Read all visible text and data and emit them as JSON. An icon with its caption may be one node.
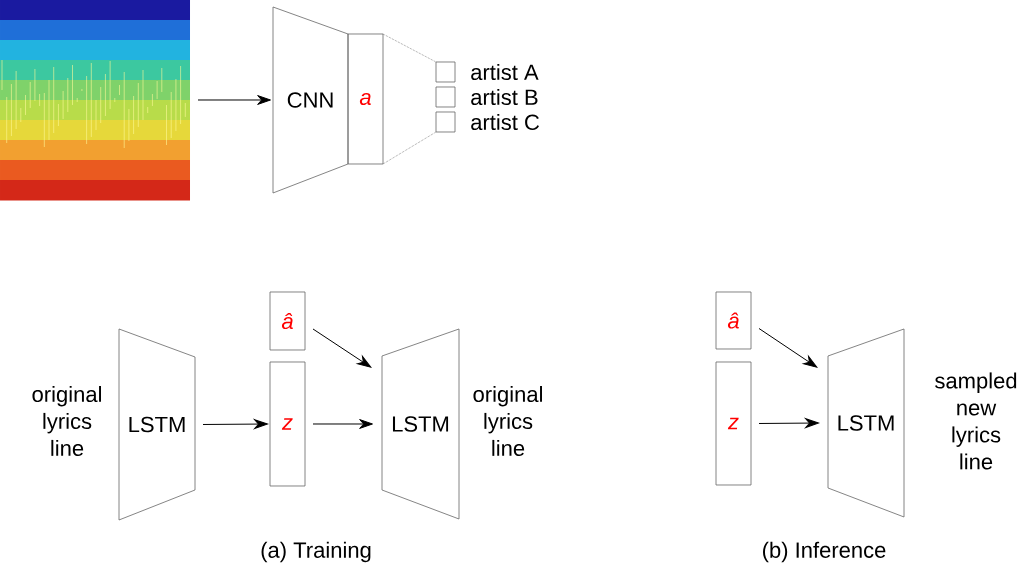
{
  "diagram": {
    "nodes": [
      {
        "text": [],
        "shape": "picture"
      },
      {
        "text": [
          "CNN"
        ]
      },
      {
        "text": [
          "a"
        ]
      },
      {
        "text": [],
        "shape": "box",
        "beside": [
          "artist A"
        ]
      },
      {
        "text": [],
        "shape": "box",
        "beside": [
          "artist B"
        ]
      },
      {
        "text": [],
        "shape": "box",
        "beside": [
          "artist C"
        ]
      },
      {
        "text": [
          "LSTM"
        ],
        "beside": [
          "original lyrics line"
        ]
      },
      {
        "text": [
          "â"
        ]
      },
      {
        "text": [
          "z"
        ]
      },
      {
        "text": [
          "LSTM"
        ],
        "beside": [
          "original lyrics line"
        ]
      },
      {
        "text": [
          "â"
        ]
      },
      {
        "text": [
          "z"
        ]
      },
      {
        "text": [
          "LSTM"
        ],
        "beside": [
          "sampled new lyrics line"
        ]
      }
    ],
    "edges": [
      {
        "from": 0,
        "to": 1,
        "arrow": "to"
      },
      {
        "from": 2,
        "to": 3,
        "arrow": "none",
        "style": "dashed"
      },
      {
        "from": 2,
        "to": 5,
        "arrow": "none",
        "style": "dashed"
      },
      {
        "from": 6,
        "to": 8,
        "arrow": "to"
      },
      {
        "from": 7,
        "to": 9,
        "arrow": "to"
      },
      {
        "from": 8,
        "to": 9,
        "arrow": "to"
      },
      {
        "from": 10,
        "to": 12,
        "arrow": "to"
      },
      {
        "from": 11,
        "to": 12,
        "arrow": "to"
      }
    ],
    "labels": [
      "(a) Training",
      "(b) Inference"
    ]
  }
}
